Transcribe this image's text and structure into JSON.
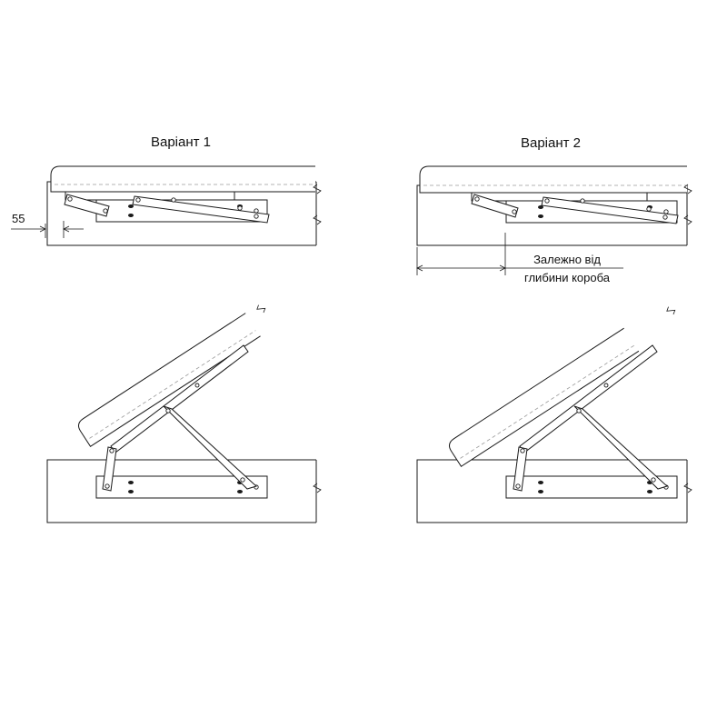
{
  "variant_1": {
    "title": "Варіант 1",
    "dimension": "55"
  },
  "variant_2": {
    "title": "Варіант 2",
    "note_line_1": "Залежно від",
    "note_line_2": "глибини короба"
  },
  "colors": {
    "line": "#1a1a1a",
    "hidden_line": "#9a9a9a",
    "background": "#ffffff"
  }
}
